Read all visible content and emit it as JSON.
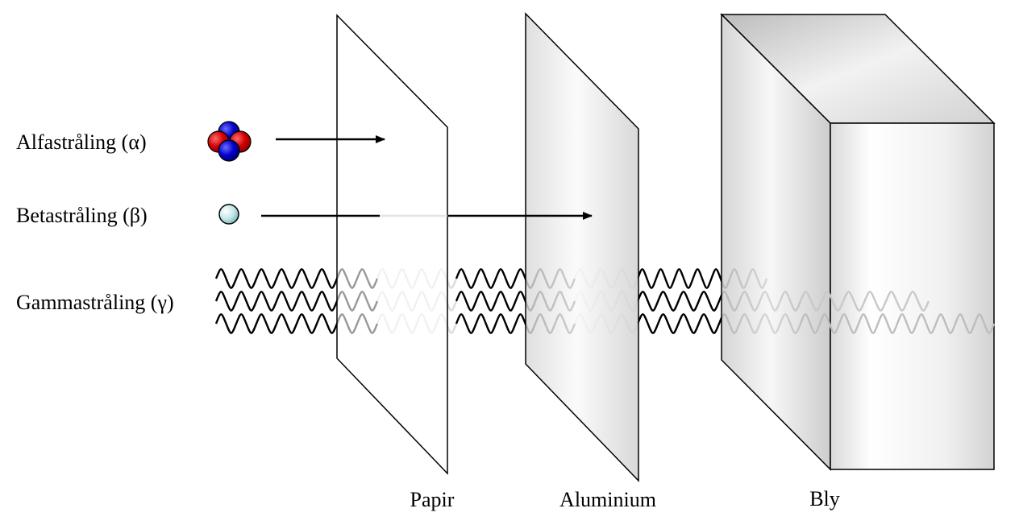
{
  "radiation": {
    "alpha": "Alfastråling (α)",
    "beta": "Betastråling (β)",
    "gamma": "Gammastråling (γ)"
  },
  "materials": {
    "paper": "Papir",
    "aluminium": "Aluminium",
    "lead": "Bly"
  },
  "colors": {
    "proton": "#d40000",
    "neutron": "#0000cc",
    "electron": "#bfe6e6"
  }
}
